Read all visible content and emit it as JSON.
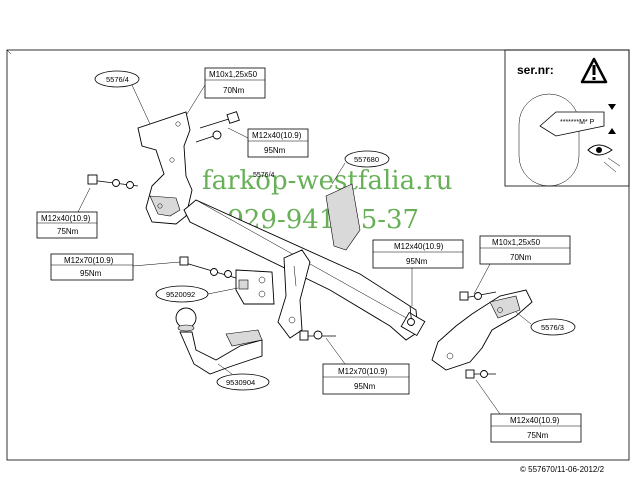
{
  "warning_panel": {
    "title": "ser.nr:",
    "tag_text": "*******M* P",
    "icon": "warning-triangle-icon",
    "eye_icon": "eye-icon"
  },
  "watermark": {
    "line1": "farkop-westfalia.ru",
    "line2": "8-929-941-15-37"
  },
  "parts": {
    "bracket_left": "5576/4",
    "crossbar": "557680",
    "crossbar_overlay": "5576/4",
    "plate": "9520092",
    "ball": "9530904",
    "bracket_right": "5576/3"
  },
  "torque_specs": {
    "top_center": {
      "bolt": "M10x1,25x50",
      "torque": "70Nm"
    },
    "top_center_2": {
      "bolt": "M12x40(10.9)",
      "torque": "95Nm"
    },
    "left_upper": {
      "bolt": "M12x40(10.9)",
      "torque": "75Nm"
    },
    "left_lower": {
      "bolt": "M12x70(10.9)",
      "torque": "95Nm"
    },
    "right_mid": {
      "bolt": "M12x40(10.9)",
      "torque": "95Nm"
    },
    "right_top": {
      "bolt": "M10x1,25x50",
      "torque": "70Nm"
    },
    "bottom_center": {
      "bolt": "M12x70(10.9)",
      "torque": "95Nm"
    },
    "bottom_right": {
      "bolt": "M12x40(10.9)",
      "torque": "75Nm"
    }
  },
  "footer": {
    "copyright": "© 557670/11-06-2012/2"
  }
}
